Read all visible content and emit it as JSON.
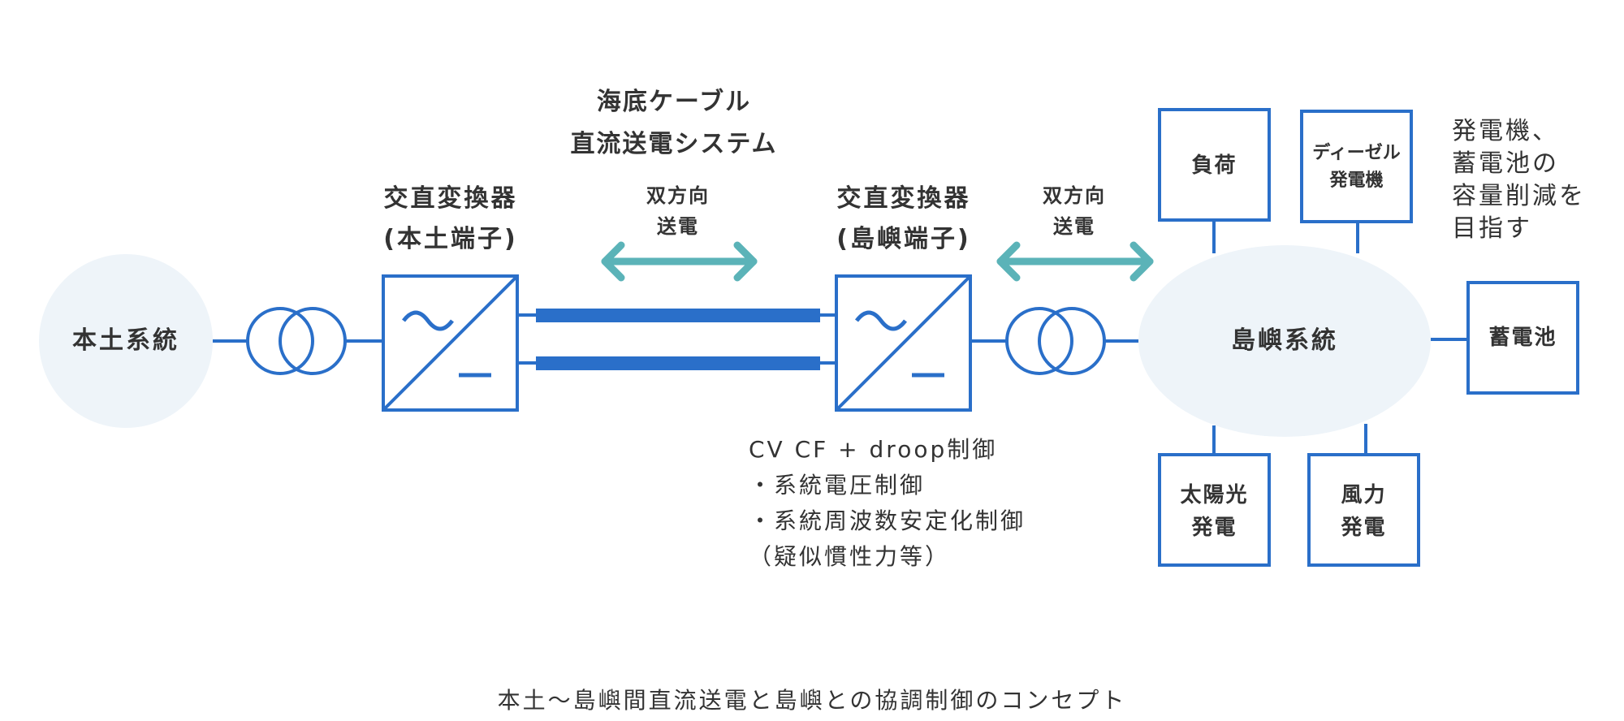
{
  "colors": {
    "line": "#2a6fc9",
    "arrow": "#5bb3b8",
    "bubble": "#eef4f9",
    "text": "#333333",
    "white": "#ffffff"
  },
  "cable_title": [
    "海底ケーブル",
    "直流送電システム"
  ],
  "converter_left": {
    "line1": "交直変換器",
    "line2": "(本土端子)"
  },
  "converter_right": {
    "line1": "交直変換器",
    "line2": "(島嶼端子)"
  },
  "arrow_left_label": [
    "双方向",
    "送電"
  ],
  "arrow_right_label": [
    "双方向",
    "送電"
  ],
  "mainland_system": "本土系統",
  "island_system": "島嶼系統",
  "boxes": {
    "load": "負荷",
    "diesel": [
      "ディーゼル",
      "発電機"
    ],
    "storage": "蓄電池",
    "solar": [
      "太陽光",
      "発電"
    ],
    "wind": [
      "風力",
      "発電"
    ]
  },
  "note_right": [
    "発電機、",
    "蓄電池の",
    "容量削減を",
    "目指す"
  ],
  "control_note": [
    "CV CF + droop制御",
    "・系統電圧制御",
    "・系統周波数安定化制御",
    "（疑似慣性力等）"
  ],
  "converter_symbols": {
    "ac": "~",
    "dc": "—"
  },
  "caption": "本土～島嶼間直流送電と島嶼との協調制御のコンセプト"
}
